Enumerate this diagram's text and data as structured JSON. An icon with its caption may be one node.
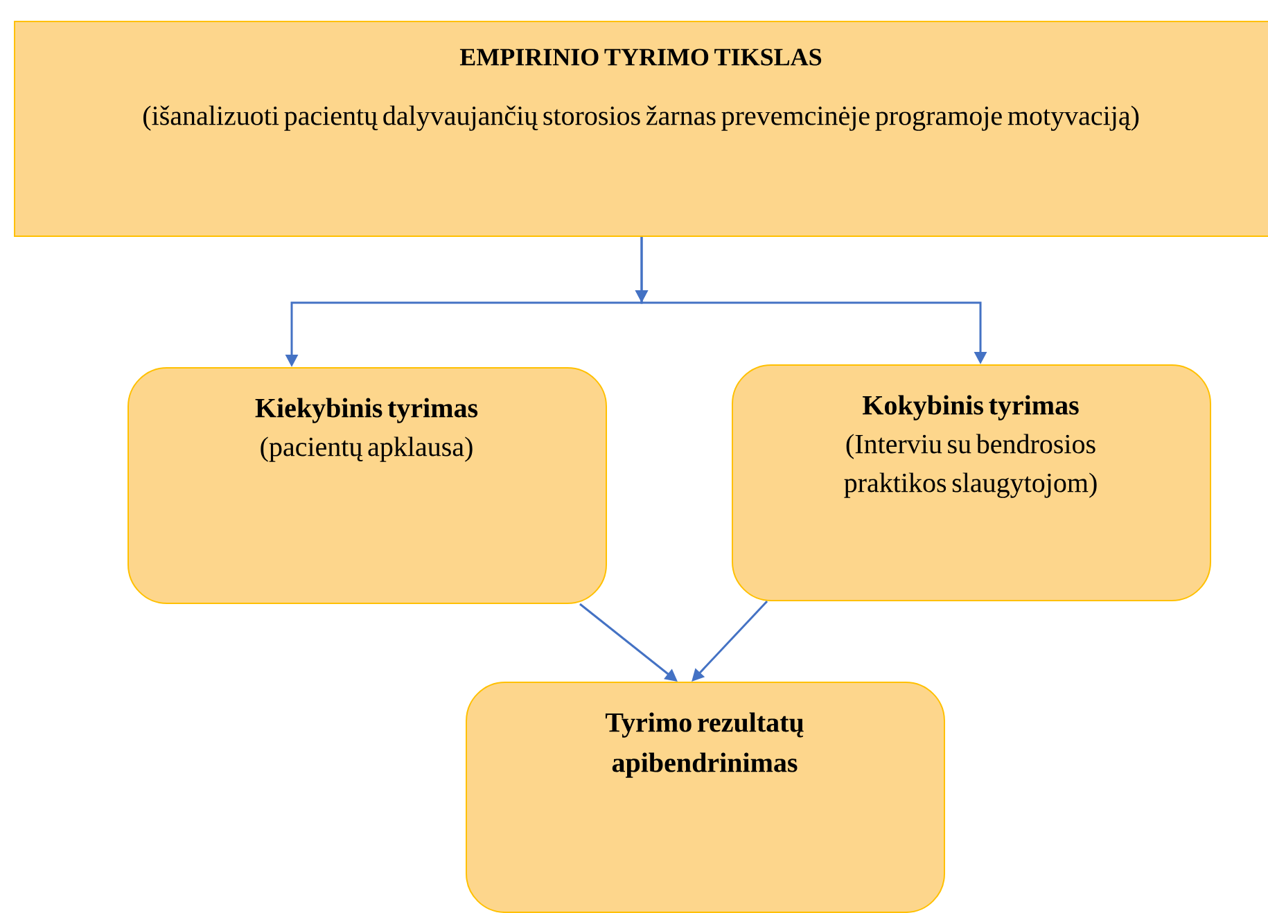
{
  "diagram": {
    "nodes": [
      {
        "text": [
          "EMPIRINIO TYRIMO TIKSLAS",
          "(išanalizuoti pacientų dalyvaujančių storosios žarnas prevemcinėje programoje motyvaciją)"
        ]
      },
      {
        "text": [
          "Kiekybinis tyrimas",
          "(pacientų apklausa)"
        ]
      },
      {
        "text": [
          "Kokybinis tyrimas",
          "(Interviu su bendrosios praktikos slaugytojom)"
        ]
      },
      {
        "text": [
          "Tyrimo rezultatų apibendrinimas"
        ]
      }
    ],
    "edges": [
      {
        "from": 0,
        "to": 1,
        "arrow": "to"
      },
      {
        "from": 0,
        "to": 2,
        "arrow": "to"
      },
      {
        "from": 1,
        "to": 3,
        "arrow": "to"
      },
      {
        "from": 2,
        "to": 3,
        "arrow": "to"
      }
    ]
  }
}
